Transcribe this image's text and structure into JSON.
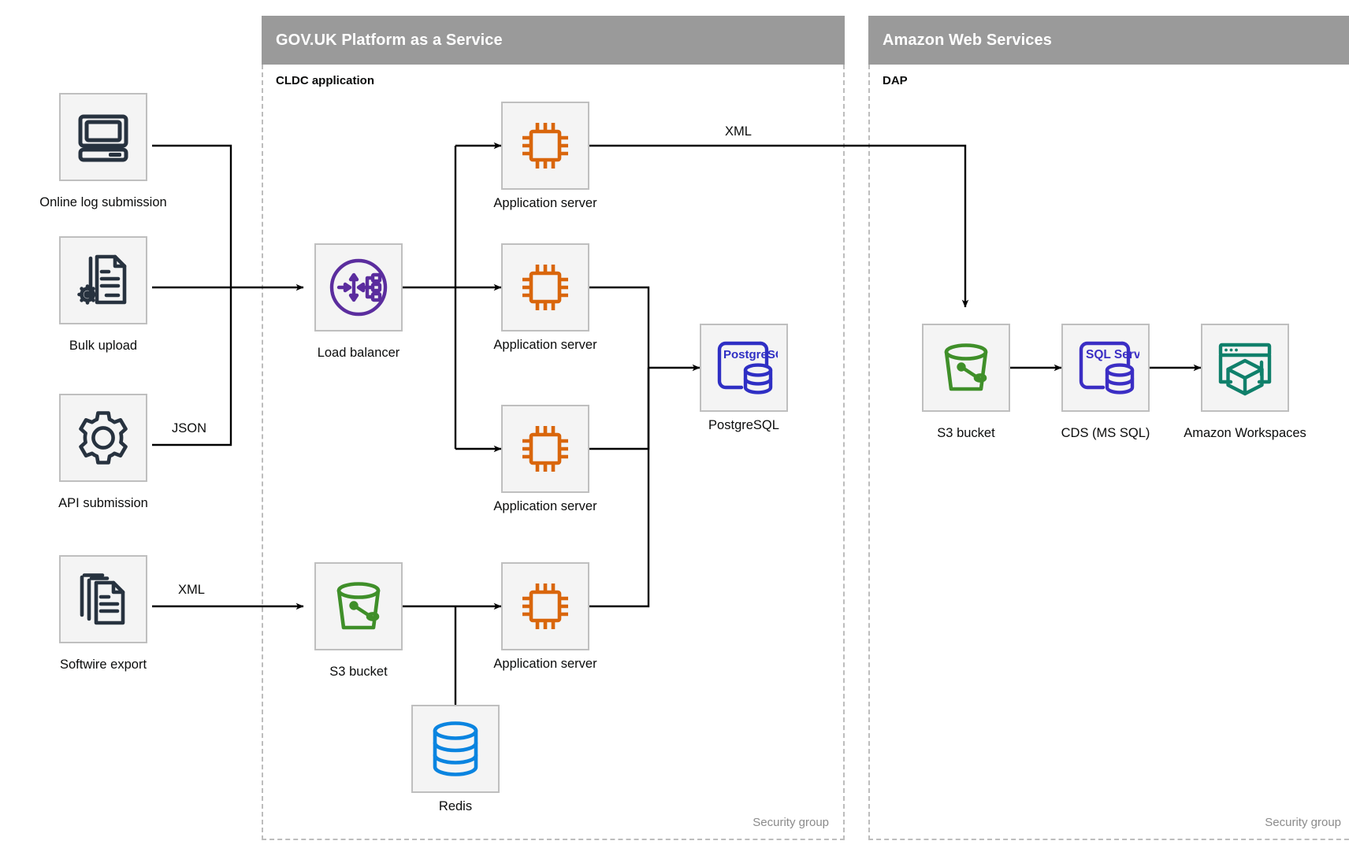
{
  "zones": [
    {
      "id": "paas",
      "title": "GOV.UK Platform as a Service",
      "subtitle": "CLDC application",
      "security_group_label": "Security group"
    },
    {
      "id": "aws",
      "title": "Amazon Web Services",
      "subtitle": "DAP",
      "security_group_label": "Security group"
    }
  ],
  "nodes": [
    {
      "id": "online-log-submission",
      "label": "Online log submission",
      "icon": "desktop-computer-icon",
      "color": "#27323f"
    },
    {
      "id": "bulk-upload",
      "label": "Bulk upload",
      "icon": "document-gear-icon",
      "color": "#27323f"
    },
    {
      "id": "api-submission",
      "label": "API submission",
      "icon": "gear-icon",
      "color": "#27323f"
    },
    {
      "id": "softwire-export",
      "label": "Softwire export",
      "icon": "documents-stack-icon",
      "color": "#27323f"
    },
    {
      "id": "load-balancer",
      "label": "Load balancer",
      "icon": "load-balancer-icon",
      "color": "#5b2d9e"
    },
    {
      "id": "s3-bucket-paas",
      "label": "S3 bucket",
      "icon": "bucket-icon",
      "color": "#3f8f29"
    },
    {
      "id": "app-server-1",
      "label": "Application server",
      "icon": "cpu-chip-icon",
      "color": "#d9660c"
    },
    {
      "id": "app-server-2",
      "label": "Application server",
      "icon": "cpu-chip-icon",
      "color": "#d9660c"
    },
    {
      "id": "app-server-3",
      "label": "Application server",
      "icon": "cpu-chip-icon",
      "color": "#d9660c"
    },
    {
      "id": "app-server-4",
      "label": "Application server",
      "icon": "cpu-chip-icon",
      "color": "#d9660c"
    },
    {
      "id": "postgresql",
      "label": "PostgreSQL",
      "icon": "postgresql-icon",
      "color": "#2f2fc4",
      "icon_text": "PostgreSQL"
    },
    {
      "id": "redis",
      "label": "Redis",
      "icon": "database-cylinder-icon",
      "color": "#0a84e0"
    },
    {
      "id": "s3-bucket-aws",
      "label": "S3 bucket",
      "icon": "bucket-icon",
      "color": "#3f8f29"
    },
    {
      "id": "cds-ms-sql",
      "label": "CDS (MS SQL)",
      "icon": "sql-server-icon",
      "color": "#3b2ec4",
      "icon_text": "SQL Server"
    },
    {
      "id": "amazon-workspaces",
      "label": "Amazon Workspaces",
      "icon": "workspaces-cube-icon",
      "color": "#10806b"
    }
  ],
  "edge_labels": [
    {
      "id": "edge-api-json",
      "text": "JSON"
    },
    {
      "id": "edge-softwire-xml",
      "text": "XML"
    },
    {
      "id": "edge-appserver-dap-xml",
      "text": "XML"
    }
  ],
  "palette": {
    "zone_header_bg": "#9a9a9a",
    "zone_border": "#bdbdbd",
    "node_bg": "#f4f4f4",
    "node_border": "#bfbfbf",
    "edge": "#000000",
    "text": "#0b0c0c",
    "muted_text": "#8b8b8b"
  }
}
